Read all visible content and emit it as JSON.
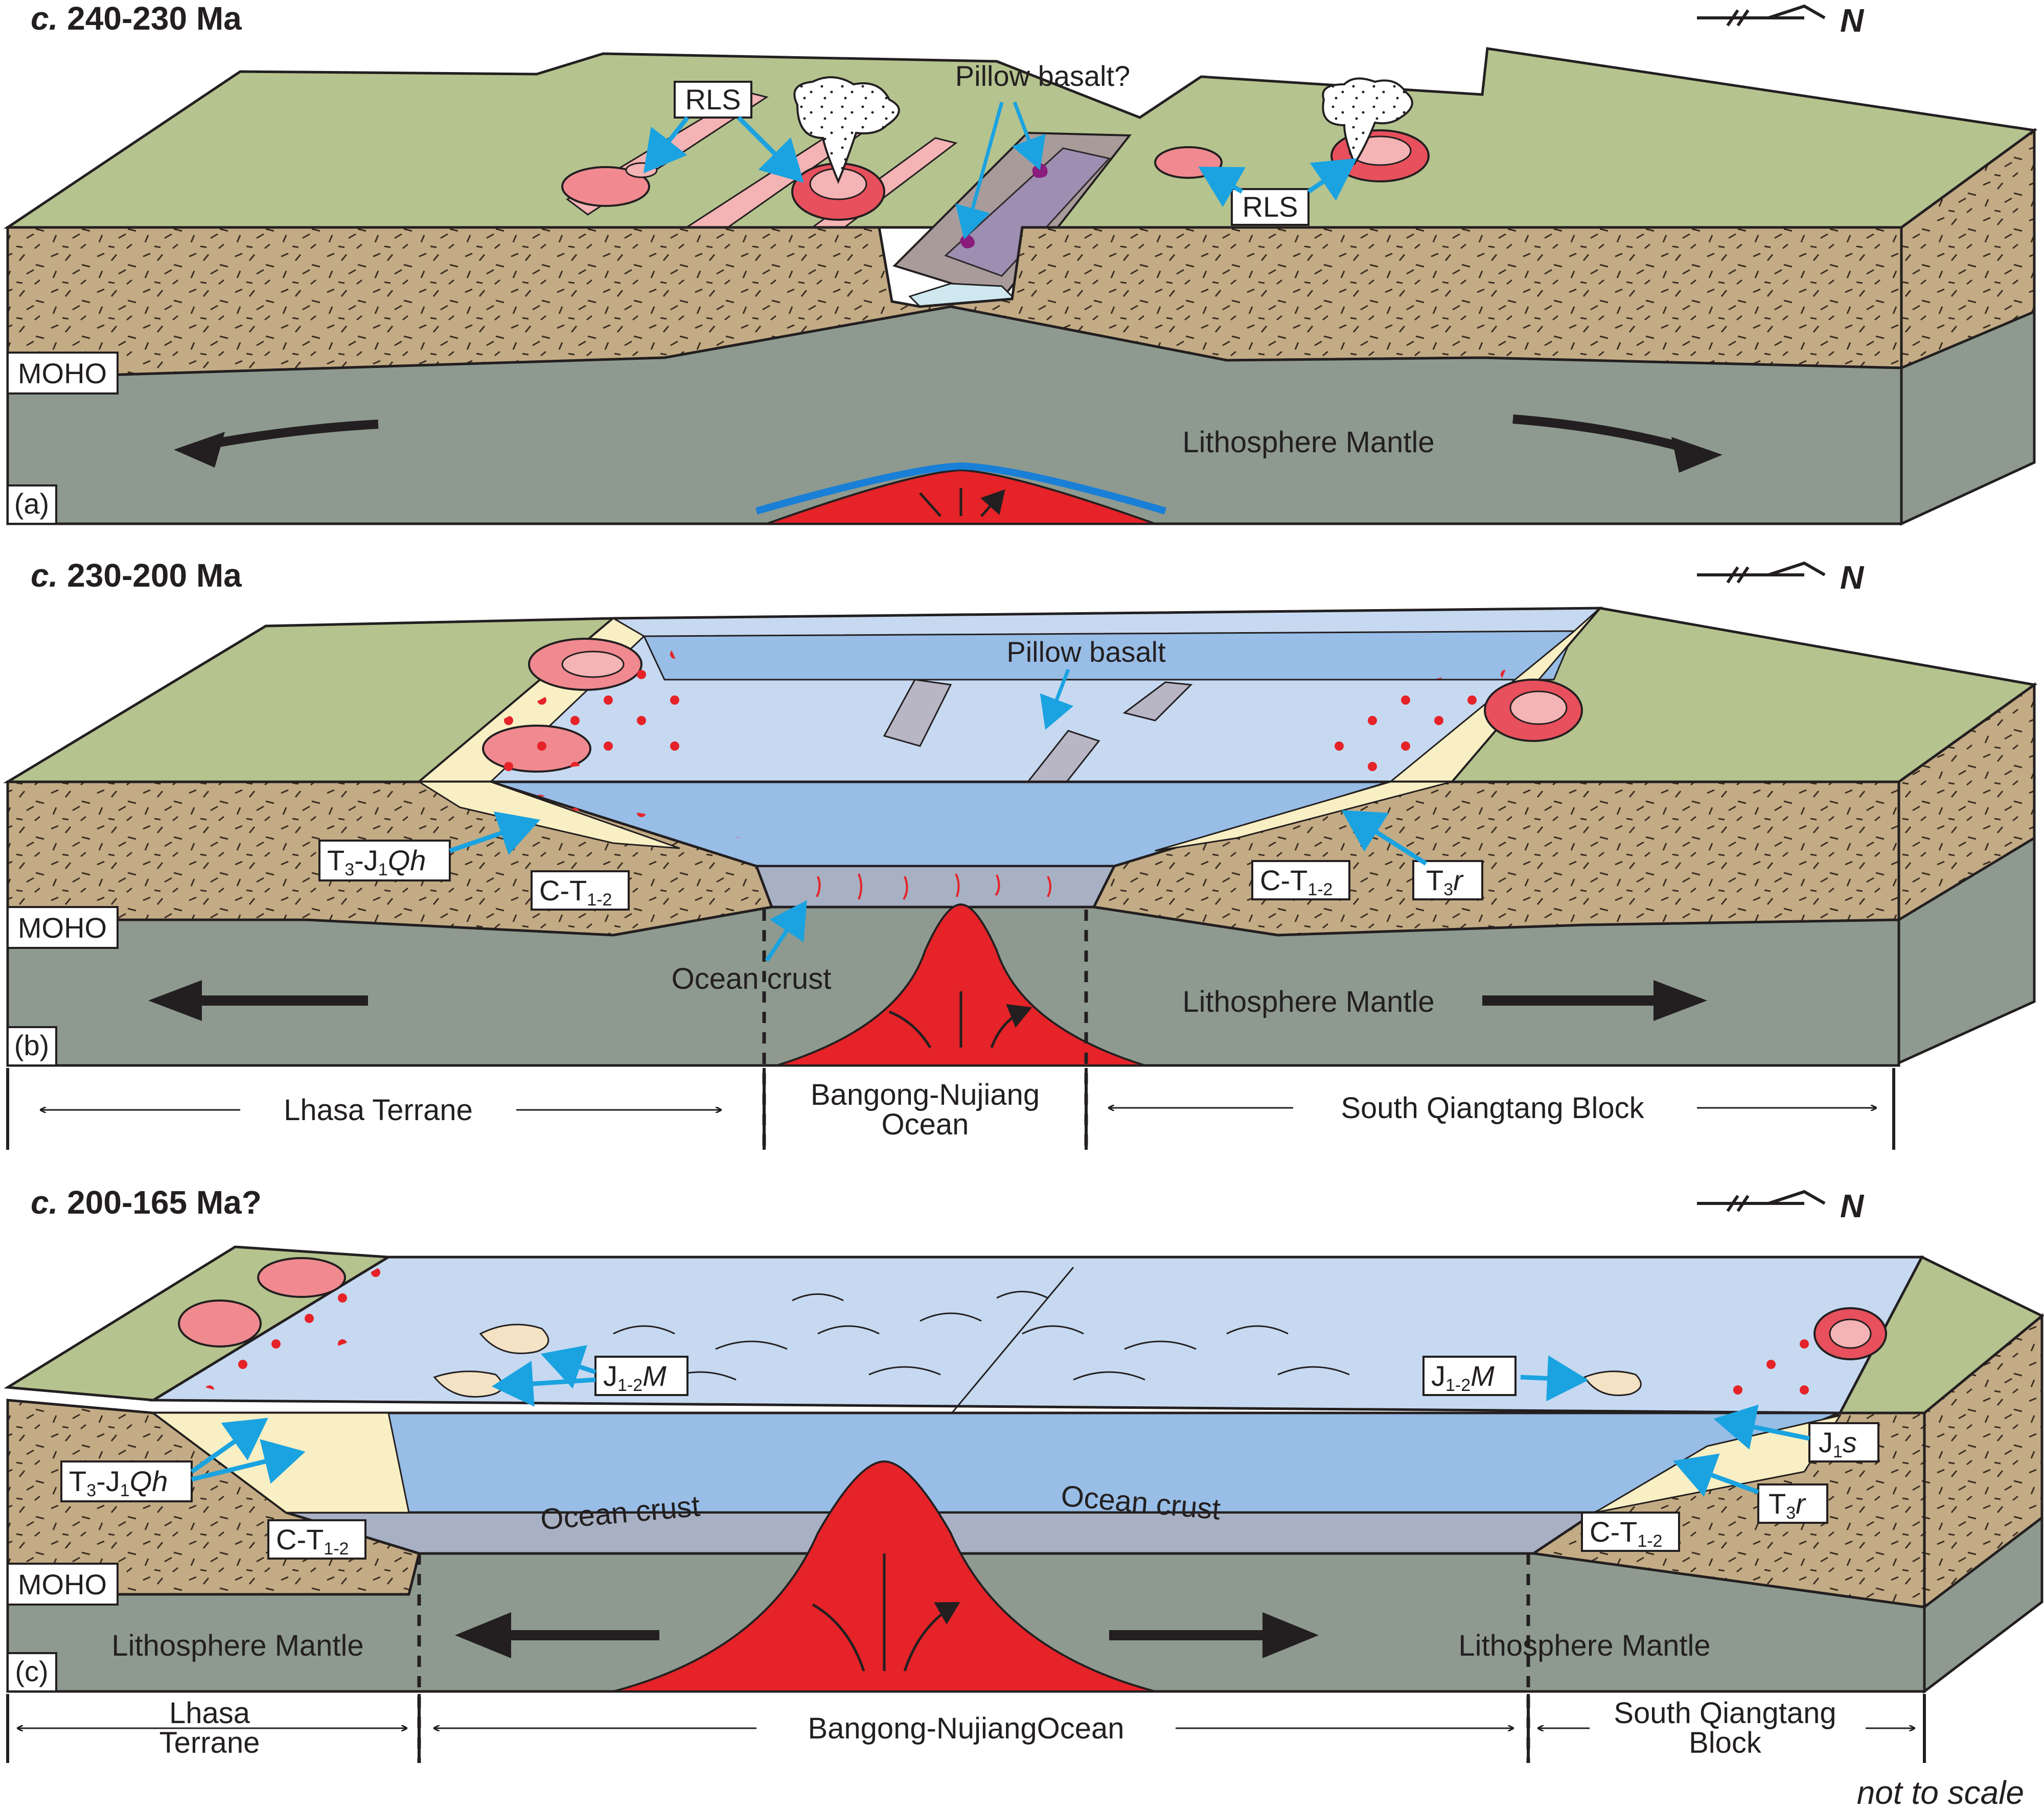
{
  "compass": {
    "north_label": "N"
  },
  "footer_note": "not to scale",
  "panels": [
    {
      "id": "a",
      "tag": "(a)",
      "age_prefix": "c.",
      "age_range": "240-230 Ma",
      "moho": "MOHO",
      "mantle": "Lithosphere Mantle",
      "rls_labels": [
        "RLS",
        "RLS"
      ],
      "pillow": "Pillow basalt?"
    },
    {
      "id": "b",
      "tag": "(b)",
      "age_prefix": "c.",
      "age_range": "230-200 Ma",
      "moho": "MOHO",
      "mantle": "Lithosphere Mantle",
      "pillow": "Pillow basalt",
      "ocean_crust": "Ocean crust",
      "units": {
        "t3j1qh_a": "T",
        "t3j1qh_a_sub": "3",
        "t3j1qh_b": "-J",
        "t3j1qh_b_sub": "1",
        "t3j1qh_c": "Qh",
        "ct_main": "C-T",
        "ct_sub": "1-2",
        "t3r_main": "T",
        "t3r_sub": "3",
        "t3r_italic": "r"
      },
      "regions": {
        "lhasa": "Lhasa Terrane",
        "ocean_line1": "Bangong-Nujiang",
        "ocean_line2": "Ocean",
        "qiangtang": "South Qiangtang Block"
      }
    },
    {
      "id": "c",
      "tag": "(c)",
      "age_prefix": "c.",
      "age_range": "200-165 Ma?",
      "moho": "MOHO",
      "mantle_left": "Lithosphere Mantle",
      "mantle_right": "Lithosphere Mantle",
      "ocean_crust_left": "Ocean crust",
      "ocean_crust_right": "Ocean crust",
      "units": {
        "j12m_main": "J",
        "j12m_sub": "1-2",
        "j12m_italic": "M",
        "j1s_main": "J",
        "j1s_sub": "1",
        "j1s_italic": "s",
        "t3r_main": "T",
        "t3r_sub": "3",
        "t3r_italic": "r",
        "t3j1qh_a": "T",
        "t3j1qh_a_sub": "3",
        "t3j1qh_b": "-J",
        "t3j1qh_b_sub": "1",
        "t3j1qh_c": "Qh",
        "ct_main": "C-T",
        "ct_sub": "1-2"
      },
      "regions": {
        "lhasa_line1": "Lhasa",
        "lhasa_line2": "Terrane",
        "ocean": "Bangong-NujiangOcean",
        "qiangtang_line1": "South Qiangtang",
        "qiangtang_line2": "Block"
      }
    }
  ],
  "colors": {
    "surface_green": "#b5c38f",
    "crust_tan": "#c3ab85",
    "mantle_gray": "#8e9a8f",
    "magma_red": "#e52328",
    "ocean_light": "#c6d9f1",
    "ocean_mid": "#98bde6",
    "ocean_crust": "#a8b0c4",
    "sediment_cream": "#f9efc4",
    "arrow_blue": "#1aa3e0",
    "rls_pink": "#f08a90"
  }
}
